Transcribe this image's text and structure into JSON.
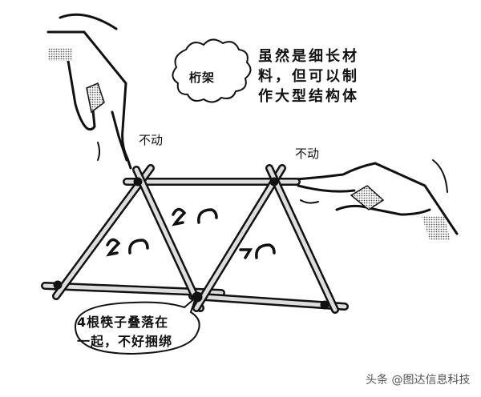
{
  "illustration": {
    "subject": "chopstick truss structure held by two hands",
    "cloud_label": "桁架",
    "description": "虽然是细长材\n料，但可以制\n作大型结构体",
    "left_hand_label": "不动",
    "right_hand_label": "不动",
    "speech_bubble": "4根筷子叠落在\n一起，不好捆绑",
    "watermark": "头条 @图达信息科技"
  },
  "colors": {
    "ink": "#111111",
    "background": "#ffffff",
    "screentone": "#9a9a9a",
    "watermark": "#555555"
  },
  "icons": [
    "thought-cloud",
    "speech-bubble",
    "left-hand",
    "right-hand",
    "truss-triangles",
    "stress-eyes"
  ]
}
